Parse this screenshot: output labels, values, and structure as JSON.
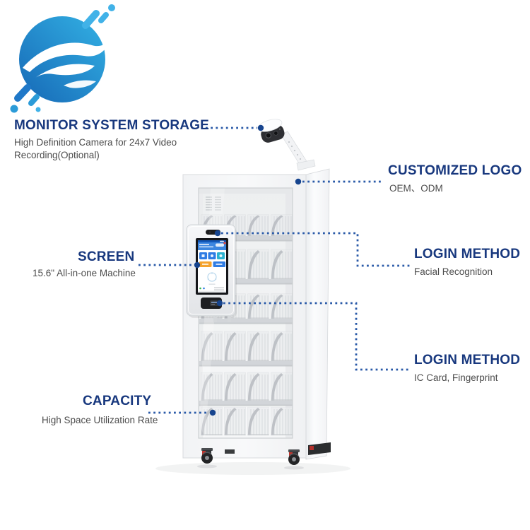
{
  "colors": {
    "heading": "#18387e",
    "body_text": "#4c4c4c",
    "connector": "#2a5aa8",
    "connector_dot": "#16448e",
    "logo_blue_dark": "#1668b6",
    "logo_blue_light": "#33b1e4",
    "screen_ui_blue": "#2f7ce4",
    "screen_ui_orange": "#f5a32d",
    "caster_red": "#c0362f"
  },
  "callouts": {
    "monitor": {
      "title": "MONITOR SYSTEM STORAGE",
      "desc": "High Definition Camera for 24x7 Video Recording(Optional)"
    },
    "customized_logo": {
      "title": "CUSTOMIZED LOGO",
      "desc": "OEM、ODM"
    },
    "screen": {
      "title": "SCREEN",
      "desc": "15.6\" All-in-one Machine"
    },
    "login_facial": {
      "title": "LOGIN METHOD",
      "desc": "Facial Recognition"
    },
    "login_ic": {
      "title": "LOGIN METHOD",
      "desc": "IC Card, Fingerprint"
    },
    "capacity": {
      "title": "CAPACITY",
      "desc": "High Space Utilization Rate"
    }
  }
}
